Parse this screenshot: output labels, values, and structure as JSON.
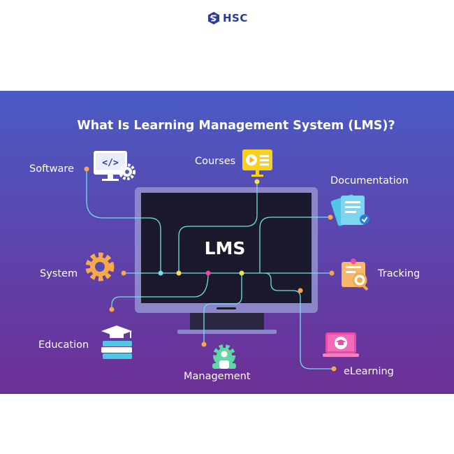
{
  "brand": {
    "name": "HSC",
    "primary": "#2d3a9a",
    "accent": "#3a7bd5"
  },
  "title": "What Is Learning Management System (LMS)?",
  "center_label": "LMS",
  "colors": {
    "bg_top": "#4a5bc4",
    "bg_bottom": "#6d2f95",
    "wire": "#6fe0e6",
    "dot_orange": "#f7a849",
    "dot_cyan": "#6fe0e6",
    "dot_yellow": "#f6e14a",
    "dot_magenta": "#e94aa6",
    "monitor_frame": "#8a86c9",
    "monitor_screen": "#1b1a2c"
  },
  "nodes": [
    {
      "id": "software",
      "label": "Software",
      "icon": "code-monitor-gear-icon"
    },
    {
      "id": "courses",
      "label": "Courses",
      "icon": "video-course-icon"
    },
    {
      "id": "documentation",
      "label": "Documentation",
      "icon": "documents-icon"
    },
    {
      "id": "system",
      "label": "System",
      "icon": "gear-icon"
    },
    {
      "id": "tracking",
      "label": "Tracking",
      "icon": "tracking-search-icon"
    },
    {
      "id": "education",
      "label": "Education",
      "icon": "graduation-books-icon"
    },
    {
      "id": "management",
      "label": "Management",
      "icon": "team-gear-icon"
    },
    {
      "id": "elearning",
      "label": "eLearning",
      "icon": "laptop-graduation-icon"
    }
  ]
}
